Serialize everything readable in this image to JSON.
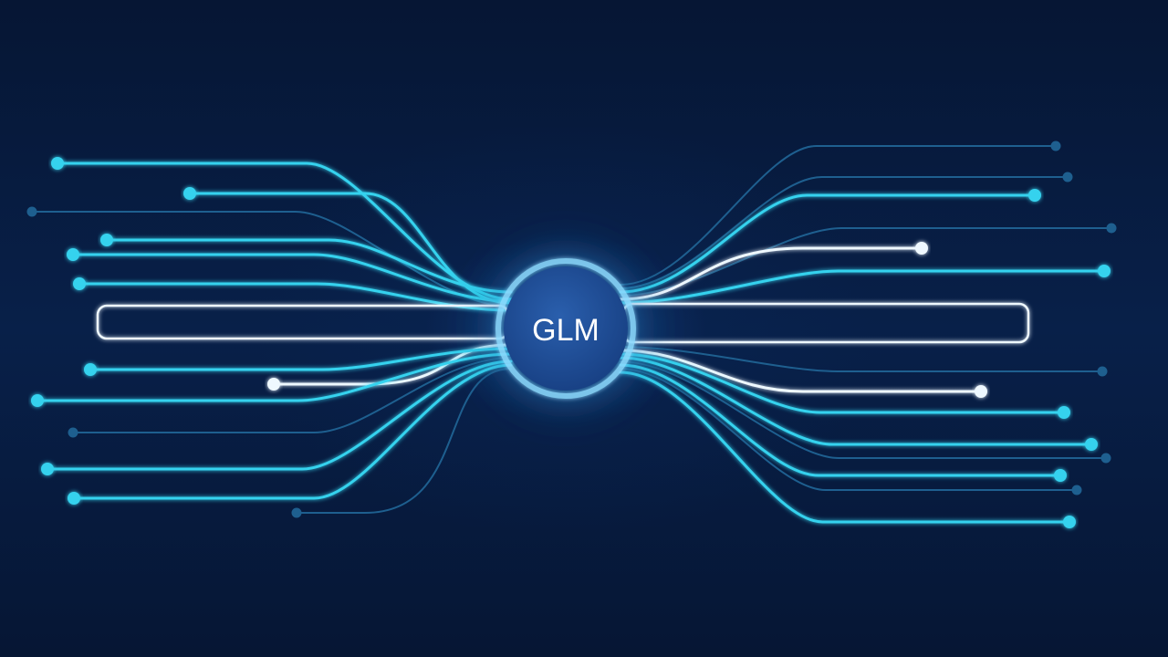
{
  "hub": {
    "label": "GLM"
  },
  "colors": {
    "background": "#07193a",
    "wire_cyan": "#36d2ee",
    "wire_white": "#eef8ff",
    "wire_dim": "#1e5f8f",
    "hub_fill": "#1d4c93",
    "hub_glow": "#6fcbff"
  },
  "diagram": {
    "left_branches": [
      {
        "label": "",
        "style": "cyan"
      },
      {
        "label": "",
        "style": "cyan"
      },
      {
        "label": "",
        "style": "dim"
      },
      {
        "label": "",
        "style": "cyan"
      },
      {
        "label": "",
        "style": "cyan"
      },
      {
        "label": "",
        "style": "cyan"
      },
      {
        "label": "",
        "style": "white"
      },
      {
        "label": "",
        "style": "cyan"
      },
      {
        "label": "",
        "style": "cyan"
      },
      {
        "label": "",
        "style": "dim"
      },
      {
        "label": "",
        "style": "cyan"
      },
      {
        "label": "",
        "style": "cyan"
      },
      {
        "label": "",
        "style": "dim"
      }
    ],
    "right_branches": [
      {
        "label": "",
        "style": "dim"
      },
      {
        "label": "",
        "style": "dim"
      },
      {
        "label": "",
        "style": "cyan"
      },
      {
        "label": "",
        "style": "dim"
      },
      {
        "label": "",
        "style": "white"
      },
      {
        "label": "",
        "style": "cyan"
      },
      {
        "label": "",
        "style": "dim"
      },
      {
        "label": "",
        "style": "white"
      },
      {
        "label": "",
        "style": "cyan"
      },
      {
        "label": "",
        "style": "cyan"
      },
      {
        "label": "",
        "style": "dim"
      },
      {
        "label": "",
        "style": "cyan"
      },
      {
        "label": "",
        "style": "dim"
      },
      {
        "label": "",
        "style": "cyan"
      }
    ]
  }
}
